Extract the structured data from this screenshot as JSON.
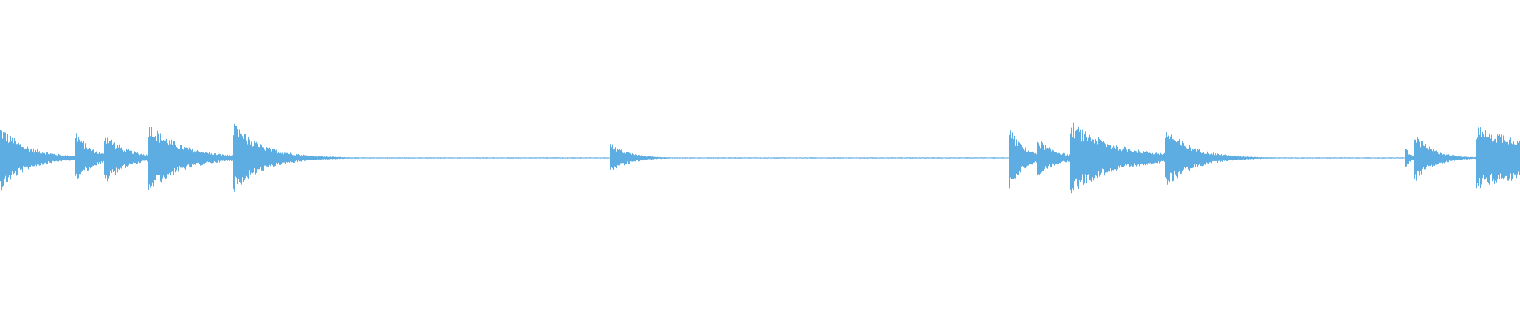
{
  "waveform": {
    "color": "#5dade2",
    "background": "#ffffff",
    "duration_fraction_visible": 1.0,
    "baseline_level": 0.015,
    "onsets": [
      {
        "at": 0.0,
        "peak": 0.85,
        "decay": 0.018
      },
      {
        "at": 0.049,
        "peak": 0.78,
        "decay": 0.01
      },
      {
        "at": 0.068,
        "peak": 0.72,
        "decay": 0.014
      },
      {
        "at": 0.097,
        "peak": 0.95,
        "decay": 0.022
      },
      {
        "at": 0.153,
        "peak": 0.92,
        "decay": 0.02
      },
      {
        "at": 0.401,
        "peak": 0.42,
        "decay": 0.012
      },
      {
        "at": 0.664,
        "peak": 0.78,
        "decay": 0.01
      },
      {
        "at": 0.682,
        "peak": 0.55,
        "decay": 0.012
      },
      {
        "at": 0.704,
        "peak": 0.96,
        "decay": 0.03
      },
      {
        "at": 0.766,
        "peak": 0.82,
        "decay": 0.018
      },
      {
        "at": 0.924,
        "peak": 0.35,
        "decay": 0.003
      },
      {
        "at": 0.93,
        "peak": 0.68,
        "decay": 0.012
      },
      {
        "at": 0.971,
        "peak": 0.82,
        "decay": 0.07
      }
    ]
  }
}
